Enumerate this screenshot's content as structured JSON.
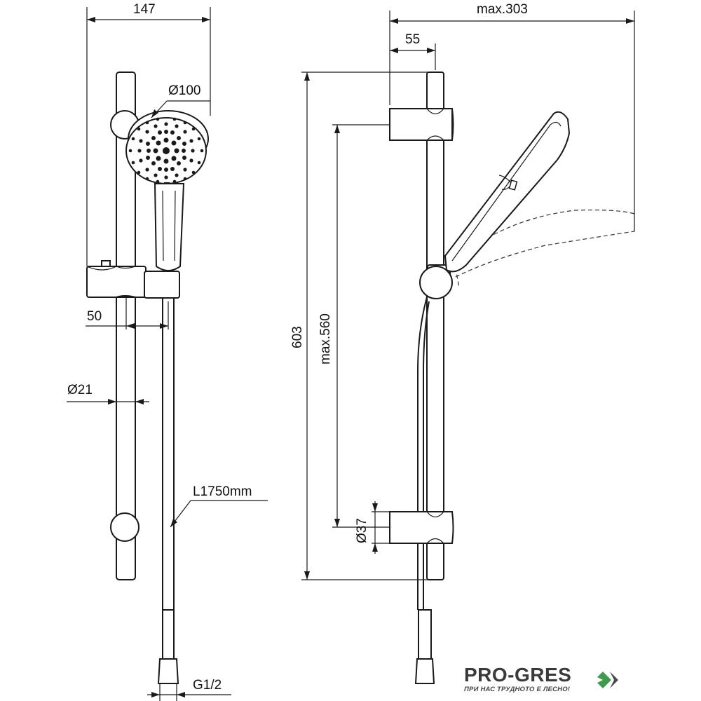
{
  "diagram": {
    "front_view": {
      "dim_width": "147",
      "dim_head_diameter": "Ø100",
      "dim_holder_offset": "50",
      "dim_rail_diameter": "Ø21",
      "dim_hose_length": "L1750mm",
      "dim_thread": "G1/2"
    },
    "side_view": {
      "dim_max_reach": "max.303",
      "dim_wall_offset": "55",
      "dim_total_height": "603",
      "dim_slide_range": "max.560",
      "dim_bracket_diameter": "Ø37"
    }
  },
  "brand": {
    "name": "PRO-GRES",
    "tagline": "ПРИ НАС ТРУДНОТО Е ЛЕСНО!",
    "logo_icon": "diamond-arrow-icon",
    "color_dark": "#3a3a3a",
    "color_green": "#3f9a4e"
  }
}
